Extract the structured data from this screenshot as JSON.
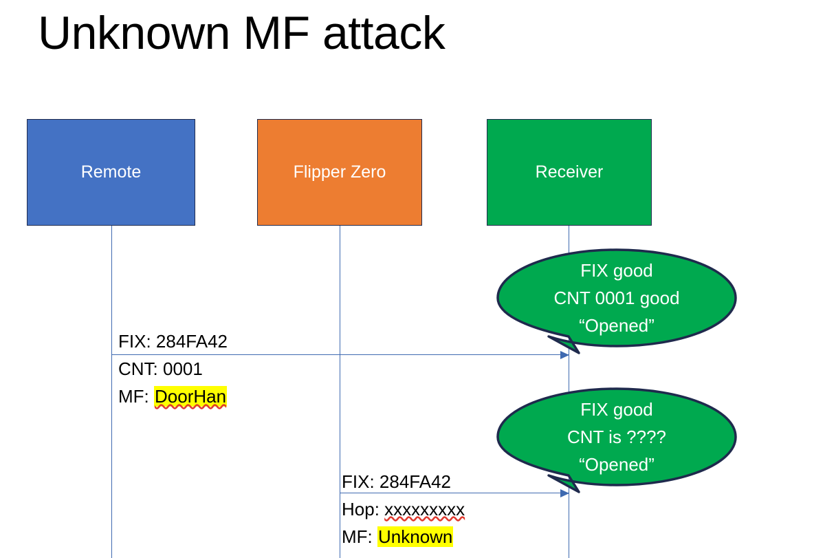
{
  "slide": {
    "title": "Unknown MF attack",
    "background_color": "#FFFFFF"
  },
  "colors": {
    "remote_box": "#4472C4",
    "flipper_box": "#ED7D31",
    "receiver_box": "#00A94F",
    "bubble_fill": "#00A94F",
    "bubble_outline": "#1F2A4D",
    "lifeline": "#3E69B0",
    "arrow": "#3E69B0",
    "highlight": "#FFFF00",
    "spellcheck_underline": "#E03A2F",
    "text_dark": "#000000",
    "text_light": "#FFFFFF"
  },
  "actors": [
    {
      "id": "remote",
      "label": "Remote"
    },
    {
      "id": "flipper",
      "label": "Flipper Zero"
    },
    {
      "id": "receiver",
      "label": "Receiver"
    }
  ],
  "messages": [
    {
      "id": "msg-1",
      "from": "remote",
      "to": "receiver",
      "lines": [
        {
          "label": "FIX: ",
          "value": "284FA42",
          "highlighted": false,
          "spellcheck": false
        },
        {
          "label": "CNT: ",
          "value": "0001",
          "highlighted": false,
          "spellcheck": false
        },
        {
          "label": "MF: ",
          "value": "DoorHan",
          "highlighted": true,
          "spellcheck": true
        }
      ]
    },
    {
      "id": "msg-2",
      "from": "flipper",
      "to": "receiver",
      "lines": [
        {
          "label": "FIX: ",
          "value": "284FA42",
          "highlighted": false,
          "spellcheck": false
        },
        {
          "label": "Hop: ",
          "value": "xxxxxxxxx",
          "highlighted": false,
          "spellcheck": true
        },
        {
          "label": "MF: ",
          "value": "Unknown",
          "highlighted": true,
          "spellcheck": false
        }
      ]
    }
  ],
  "bubbles": [
    {
      "id": "bubble-1",
      "owner": "receiver",
      "lines": [
        "FIX good",
        "CNT 0001 good",
        "“Opened”"
      ]
    },
    {
      "id": "bubble-2",
      "owner": "receiver",
      "lines": [
        "FIX good",
        "CNT is ????",
        "“Opened”"
      ]
    }
  ]
}
